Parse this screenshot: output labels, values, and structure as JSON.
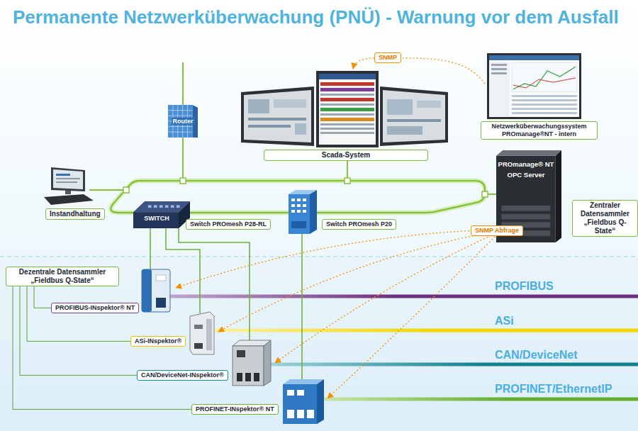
{
  "diagram": {
    "title": "Permanente Netzwerküberwachung (PNÜ) - Warnung vor dem Ausfall",
    "nodes": [
      {
        "text": [
          "SNMP"
        ]
      },
      {
        "text": [
          "Netzwerküberwachungssystem PROmanage®NT - intern"
        ]
      },
      {
        "text": [
          "Scada-System"
        ]
      },
      {
        "text": [
          "Router"
        ]
      },
      {
        "text": [
          "Instandhaltung"
        ]
      },
      {
        "text": [
          "SWITCH"
        ]
      },
      {
        "text": [
          "Switch PROmesh P28-RL"
        ]
      },
      {
        "text": [
          "Switch PROmesh P20"
        ]
      },
      {
        "text": [
          "PROmanage® NT",
          "OPC Server"
        ]
      },
      {
        "text": [
          "Zentraler Datensammler „Fieldbus Q-State“"
        ]
      },
      {
        "text": [
          "SNMP Abfrage"
        ]
      },
      {
        "text": [
          "Dezentrale Datensammler „Fieldbus Q-State“"
        ]
      },
      {
        "text": [
          "PROFIBUS-INspektor® NT"
        ]
      },
      {
        "text": [
          "ASi-INspektor®"
        ]
      },
      {
        "text": [
          "CAN/DeviceNet-INspektor®"
        ]
      },
      {
        "text": [
          "PROFINET-INspektor® NT"
        ]
      }
    ],
    "edges": [
      {
        "from": 11,
        "to": 12,
        "arrow": "none"
      },
      {
        "from": 11,
        "to": 13,
        "arrow": "none"
      },
      {
        "from": 11,
        "to": 14,
        "arrow": "none"
      },
      {
        "from": 11,
        "to": 15,
        "arrow": "none"
      }
    ],
    "labels": [
      "PROFIBUS",
      "ASi",
      "CAN/DeviceNet",
      "PROFINET/EthernetIP"
    ]
  }
}
